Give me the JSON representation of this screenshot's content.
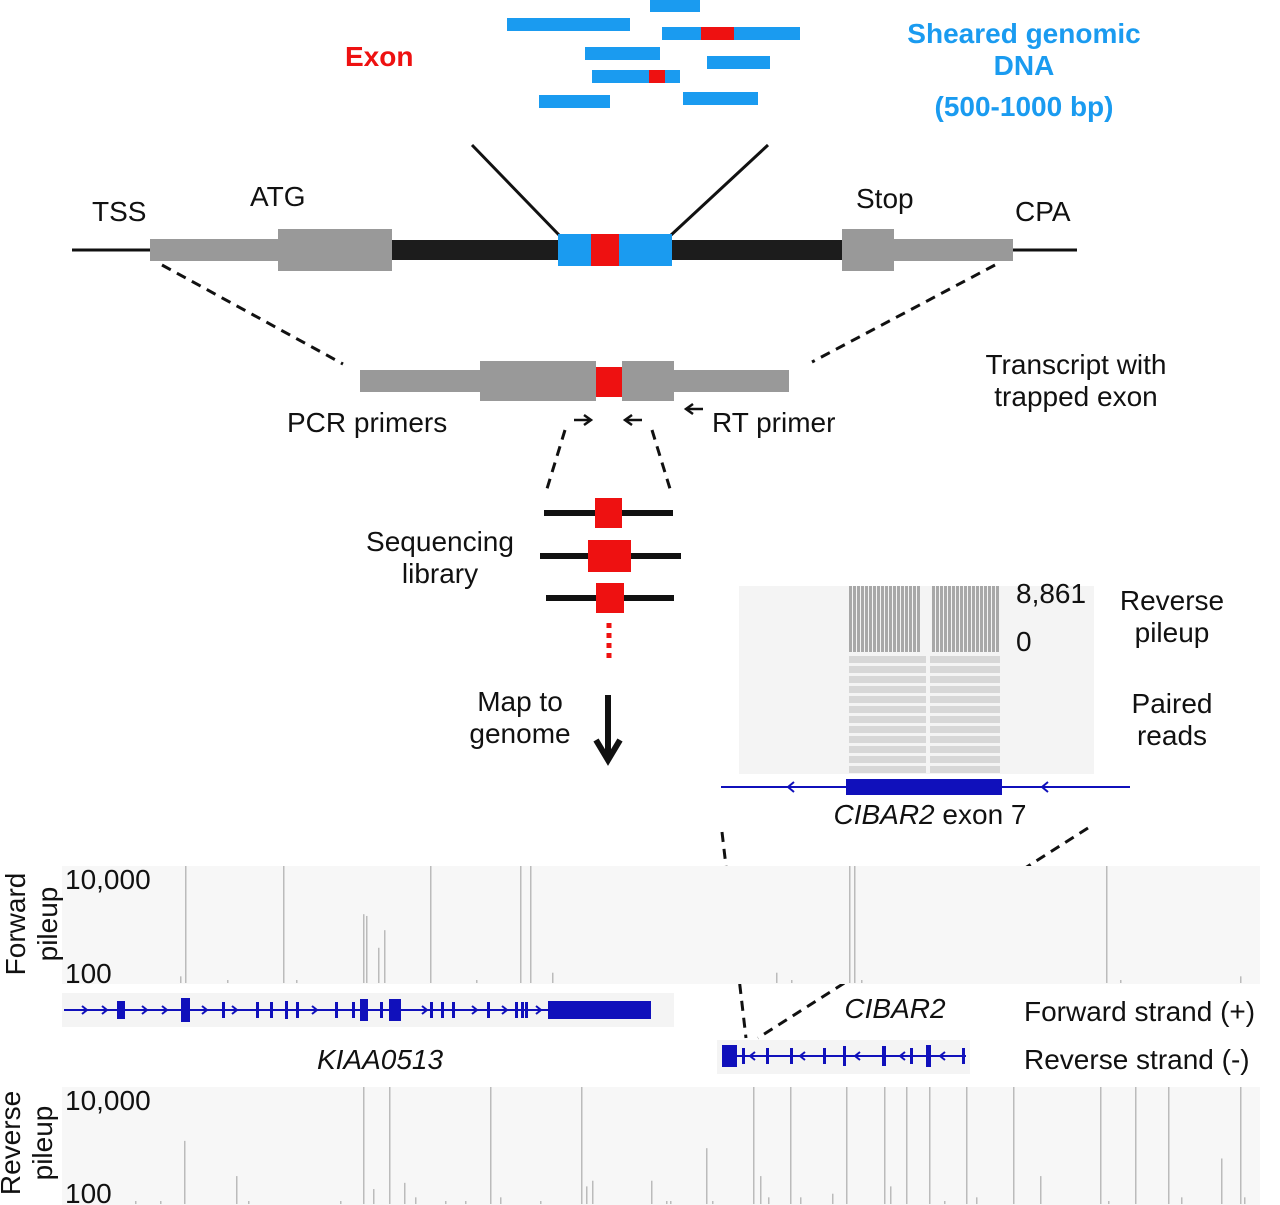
{
  "colors": {
    "exon": "#ee1111",
    "genomic_dna": "#1a9bf0",
    "transcript": "#999999",
    "intron": "#1c1c1c",
    "gene_track": "#1010bb",
    "pileup_bg": "#f7f7f7",
    "pileup_bar": "#bbbbbb"
  },
  "top": {
    "exon_label": "Exon",
    "sheared_label_line1": "Sheared genomic",
    "sheared_label_line2": "DNA",
    "sheared_size": "(500-1000 bp)"
  },
  "gene_model": {
    "tss": "TSS",
    "atg": "ATG",
    "stop": "Stop",
    "cpa": "CPA"
  },
  "transcript": {
    "label_line1": "Transcript with",
    "label_line2": "trapped exon",
    "pcr_primers": "PCR primers",
    "rt_primer": "RT primer"
  },
  "library": {
    "label_line1": "Sequencing",
    "label_line2": "library",
    "map_line1": "Map to",
    "map_line2": "genome"
  },
  "inset": {
    "max_value": "8,861",
    "min_value": "0",
    "reverse_pileup_line1": "Reverse",
    "reverse_pileup_line2": "pileup",
    "paired_reads_line1": "Paired",
    "paired_reads_line2": "reads",
    "exon_gene": "CIBAR2",
    "exon_suffix": " exon 7"
  },
  "browser": {
    "forward_axis_line1": "Forward",
    "forward_axis_line2": "pileup",
    "reverse_axis_line1": "Reverse",
    "reverse_axis_line2": "pileup",
    "tick_high": "10,000",
    "tick_low": "100",
    "gene_left": "KIAA0513",
    "gene_right": "CIBAR2",
    "forward_strand": "Forward strand (+)",
    "reverse_strand": "Reverse strand (-)"
  },
  "chart_data": {
    "type": "bar",
    "title": "",
    "yscale": "log",
    "ylim": [
      100,
      10000
    ],
    "series": [
      {
        "name": "Forward pileup",
        "values": [
          [
            185,
            10000
          ],
          [
            180,
            130
          ],
          [
            227,
            110
          ],
          [
            283,
            10000
          ],
          [
            296,
            110
          ],
          [
            363,
            1500
          ],
          [
            366,
            1400
          ],
          [
            378,
            400
          ],
          [
            384,
            800
          ],
          [
            430,
            10000
          ],
          [
            476,
            110
          ],
          [
            520,
            10000
          ],
          [
            530,
            10000
          ],
          [
            552,
            150
          ],
          [
            776,
            150
          ],
          [
            791,
            110
          ],
          [
            849,
            10000
          ],
          [
            854,
            10000
          ],
          [
            861,
            110
          ],
          [
            1106,
            10000
          ],
          [
            1120,
            110
          ],
          [
            1240,
            130
          ]
        ]
      },
      {
        "name": "Reverse pileup",
        "values": [
          [
            135,
            110
          ],
          [
            160,
            110
          ],
          [
            184,
            1200
          ],
          [
            236,
            300
          ],
          [
            248,
            110
          ],
          [
            340,
            110
          ],
          [
            363,
            10000
          ],
          [
            373,
            180
          ],
          [
            389,
            10000
          ],
          [
            404,
            230
          ],
          [
            415,
            130
          ],
          [
            445,
            110
          ],
          [
            465,
            110
          ],
          [
            490,
            10000
          ],
          [
            500,
            130
          ],
          [
            540,
            110
          ],
          [
            581,
            10000
          ],
          [
            586,
            200
          ],
          [
            592,
            250
          ],
          [
            651,
            250
          ],
          [
            666,
            110
          ],
          [
            670,
            110
          ],
          [
            706,
            900
          ],
          [
            712,
            110
          ],
          [
            753,
            10000
          ],
          [
            760,
            300
          ],
          [
            768,
            130
          ],
          [
            790,
            10000
          ],
          [
            800,
            130
          ],
          [
            832,
            150
          ],
          [
            846,
            10000
          ],
          [
            884,
            10000
          ],
          [
            890,
            200
          ],
          [
            906,
            10000
          ],
          [
            929,
            10000
          ],
          [
            944,
            110
          ],
          [
            966,
            10000
          ],
          [
            976,
            130
          ],
          [
            1013,
            10000
          ],
          [
            1040,
            300
          ],
          [
            1100,
            10000
          ],
          [
            1108,
            110
          ],
          [
            1135,
            10000
          ],
          [
            1168,
            10000
          ],
          [
            1181,
            130
          ],
          [
            1221,
            600
          ],
          [
            1240,
            10000
          ],
          [
            1244,
            130
          ]
        ]
      }
    ]
  }
}
